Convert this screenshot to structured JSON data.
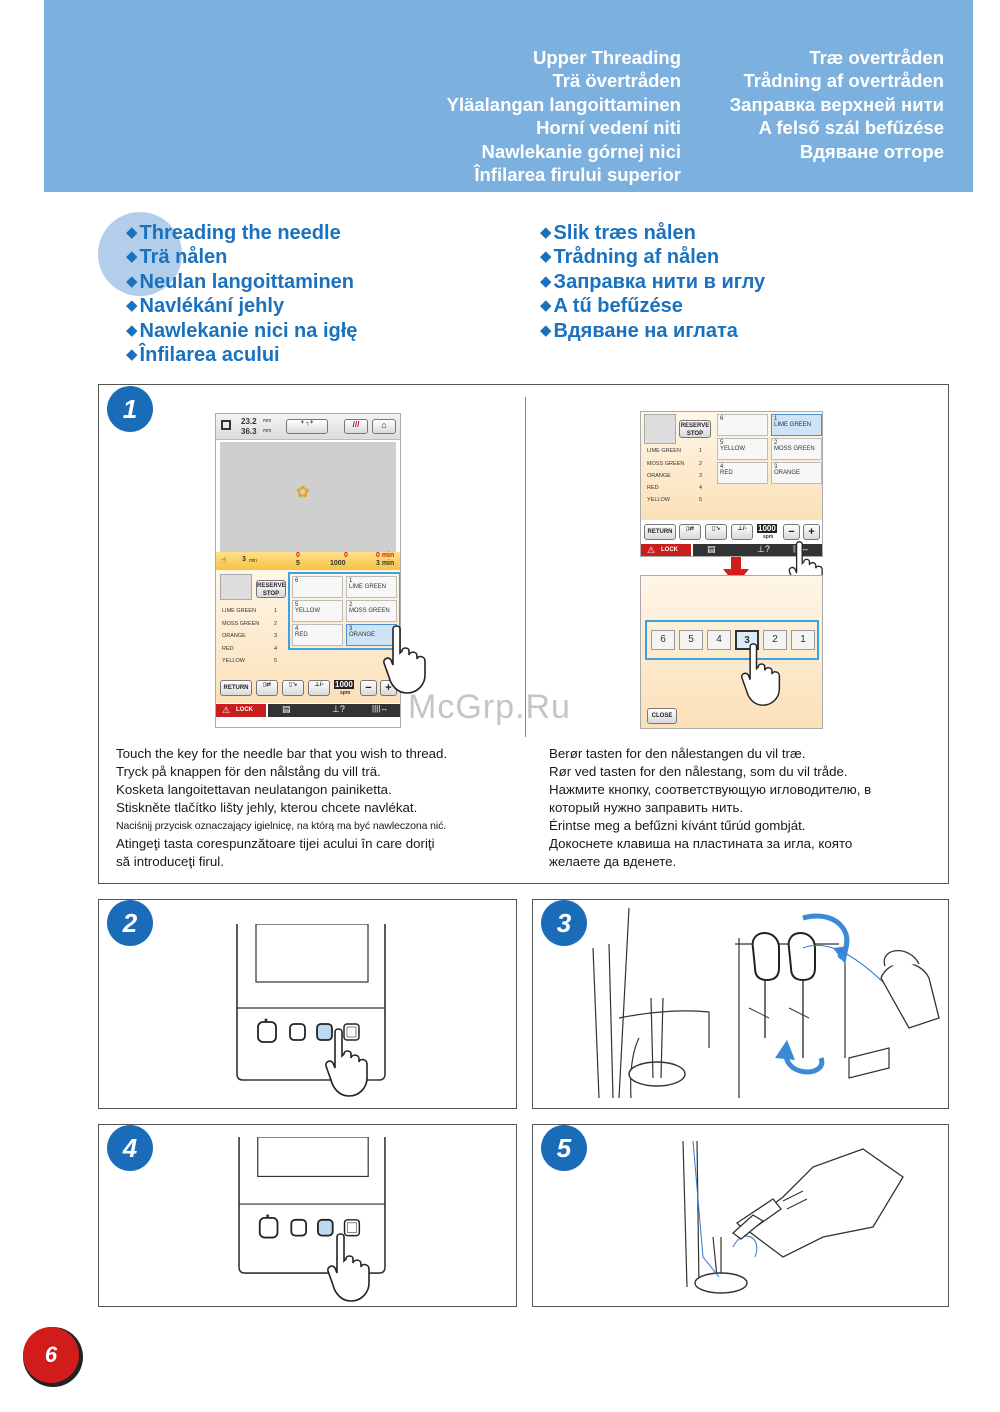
{
  "header": {
    "left_lines": [
      "Upper Threading",
      "Trä övertråden",
      "Yläalangan langoittaminen",
      "Horní vedení niti",
      "Nawlekanie górnej nici",
      "Înfilarea firului superior"
    ],
    "right_lines": [
      "Træ overtråden",
      "Trådning af overtråden",
      "Заправка верхней нити",
      "A felső szál befűzése",
      "Вдяване отгоре"
    ]
  },
  "section_titles": {
    "left": [
      "Threading the needle",
      "Trä nålen",
      "Neulan langoittaminen",
      "Navlékání jehly",
      "Nawlekanie nici na igłę",
      "Înfilarea acului"
    ],
    "right": [
      "Slik træs nålen",
      "Trådning af nålen",
      "Заправка нити в иглу",
      "A tű befűzése",
      "Вдяване на иглата"
    ]
  },
  "steps": {
    "s1": "1",
    "s2": "2",
    "s3": "3",
    "s4": "4",
    "s5": "5"
  },
  "screen_a": {
    "size_w": "23.2",
    "size_h": "36.3",
    "unit": "mm",
    "time_left": "3",
    "time_unit": "min",
    "stitch_top": "0",
    "stitch_bottom": "5",
    "count_top": "0",
    "count_bottom": "1000",
    "remain_top": "0 min",
    "remain_bottom": "3 min",
    "reserve_label": "RESERVE",
    "stop_label": "STOP",
    "colors": [
      {
        "name": "LIME GREEN",
        "num": "1",
        "hex": "#3aa03a"
      },
      {
        "name": "MOSS GREEN",
        "num": "2",
        "hex": "#4a7a2a"
      },
      {
        "name": "ORANGE",
        "num": "3",
        "hex": "#f39a1e"
      },
      {
        "name": "RED",
        "num": "4",
        "hex": "#c81e1e"
      },
      {
        "name": "YELLOW",
        "num": "5",
        "hex": "#f3d11e"
      }
    ],
    "cells": [
      {
        "num": "6",
        "label": ""
      },
      {
        "num": "1",
        "label": "LIME GREEN"
      },
      {
        "num": "5",
        "label": "YELLOW"
      },
      {
        "num": "2",
        "label": "MOSS GREEN"
      },
      {
        "num": "4",
        "label": "RED"
      },
      {
        "num": "3",
        "label": "ORANGE"
      }
    ],
    "return_label": "RETURN",
    "speed": "1000",
    "speed_unit": "spm",
    "lock_label": "LOCK",
    "minus": "−",
    "plus": "+"
  },
  "screen_b": {
    "numbers": [
      "6",
      "5",
      "4",
      "3",
      "2",
      "1"
    ],
    "selected": "3",
    "close_label": "CLOSE"
  },
  "instructions": {
    "left": [
      "Touch the key for the needle bar that you wish to thread.",
      "Tryck på knappen för den nålstång du vill trä.",
      "Kosketa langoitettavan neulatangon painiketta.",
      "Stiskněte tlačítko lišty jehly, kterou chcete navlékat.",
      "Naciśnij przycisk oznaczający igielnicę, na którą ma być nawleczona nić.",
      "Atingeţi tasta corespunzătoare tijei acului în care doriţi",
      "să introduceţi firul."
    ],
    "right": [
      "Berør tasten for den nålestangen du vil træ.",
      "Rør ved tasten for den nålestang, som du vil tråde.",
      "Нажмите кнопку, соответствующую игловодителю, в",
      "который нужно заправить нить.",
      "Érintse meg a befűzni kívánt tűrúd gombját.",
      "Докоснете клавиша на пластината за игла, която",
      "желаете да вденете."
    ]
  },
  "watermark": "McGrp.Ru",
  "page_number": "6",
  "colors": {
    "header_bg": "#7cb0de",
    "title_blue": "#1a72bf",
    "badge_blue": "#1a6bb8",
    "page_red": "#d21b1b"
  }
}
